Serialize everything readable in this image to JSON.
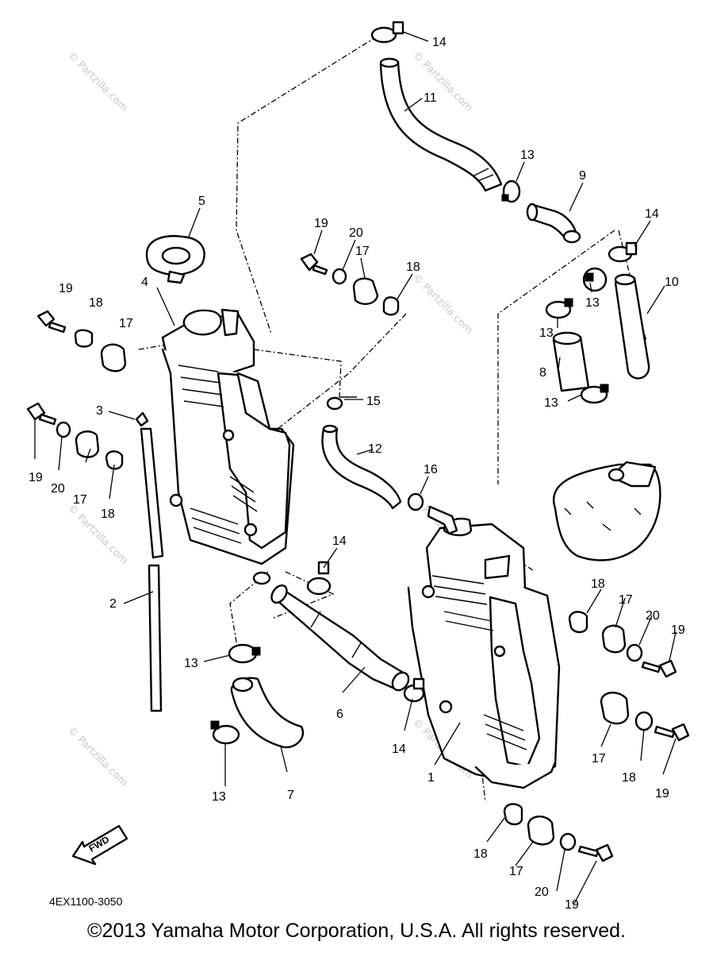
{
  "diagram_code": "4EX1100-3050",
  "fwd_label": "FWD",
  "copyright": "©2013 Yamaha Motor Corporation, U.S.A. All rights reserved.",
  "watermark": "© Partzilla.com",
  "callouts": {
    "c1": "1",
    "c2": "2",
    "c3": "3",
    "c4": "4",
    "c5": "5",
    "c6": "6",
    "c7": "7",
    "c8": "8",
    "c9": "9",
    "c10": "10",
    "c11": "11",
    "c12": "12",
    "c13a": "13",
    "c13b": "13",
    "c13c": "13",
    "c13d": "13",
    "c13e": "13",
    "c13f": "13",
    "c14a": "14",
    "c14b": "14",
    "c14c": "14",
    "c14d": "14",
    "c15": "15",
    "c16": "16",
    "c17a": "17",
    "c17b": "17",
    "c17c": "17",
    "c17d": "17",
    "c17e": "17",
    "c17f": "17",
    "c18a": "18",
    "c18b": "18",
    "c18c": "18",
    "c18d": "18",
    "c18e": "18",
    "c18f": "18",
    "c19a": "19",
    "c19b": "19",
    "c19c": "19",
    "c19d": "19",
    "c19e": "19",
    "c19f": "19",
    "c20a": "20",
    "c20b": "20",
    "c20c": "20",
    "c20d": "20"
  }
}
